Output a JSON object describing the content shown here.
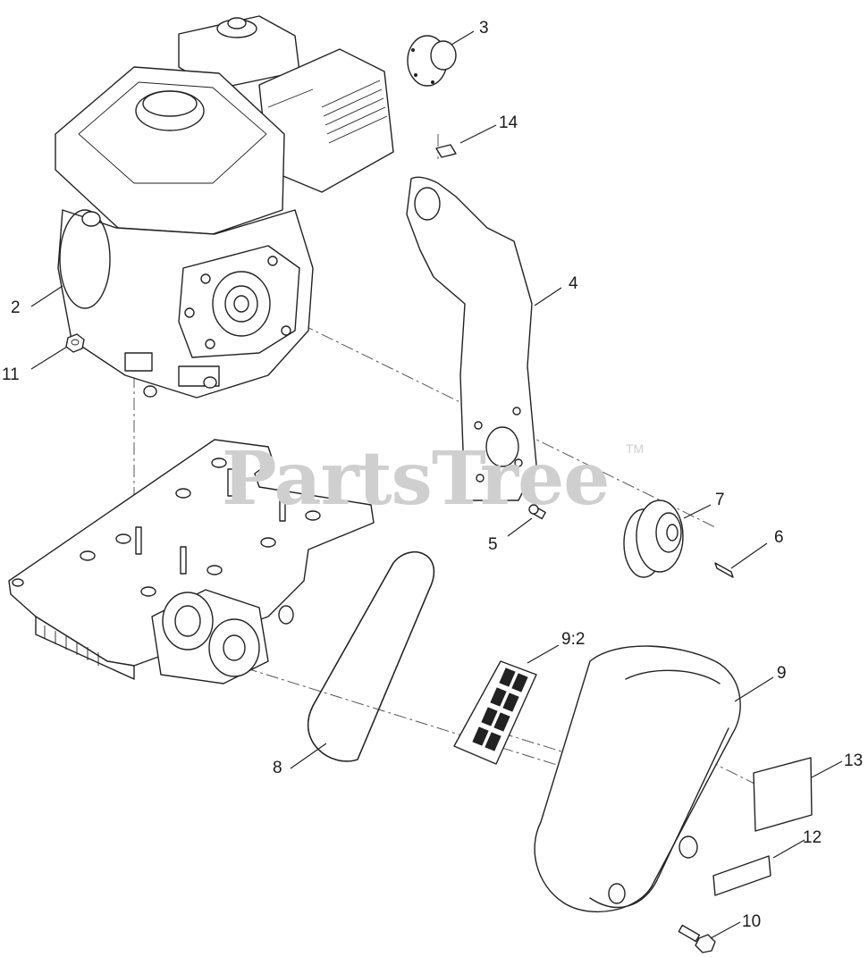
{
  "watermark": {
    "brand": "PartsTree",
    "tm": "TM"
  },
  "callouts": [
    {
      "id": "c2",
      "label": "2"
    },
    {
      "id": "c3",
      "label": "3"
    },
    {
      "id": "c4",
      "label": "4"
    },
    {
      "id": "c5",
      "label": "5"
    },
    {
      "id": "c6",
      "label": "6"
    },
    {
      "id": "c7",
      "label": "7"
    },
    {
      "id": "c8",
      "label": "8"
    },
    {
      "id": "c9",
      "label": "9"
    },
    {
      "id": "c92",
      "label": "9:2"
    },
    {
      "id": "c10",
      "label": "10"
    },
    {
      "id": "c11",
      "label": "11"
    },
    {
      "id": "c12",
      "label": "12"
    },
    {
      "id": "c13",
      "label": "13"
    },
    {
      "id": "c14",
      "label": "14"
    }
  ]
}
